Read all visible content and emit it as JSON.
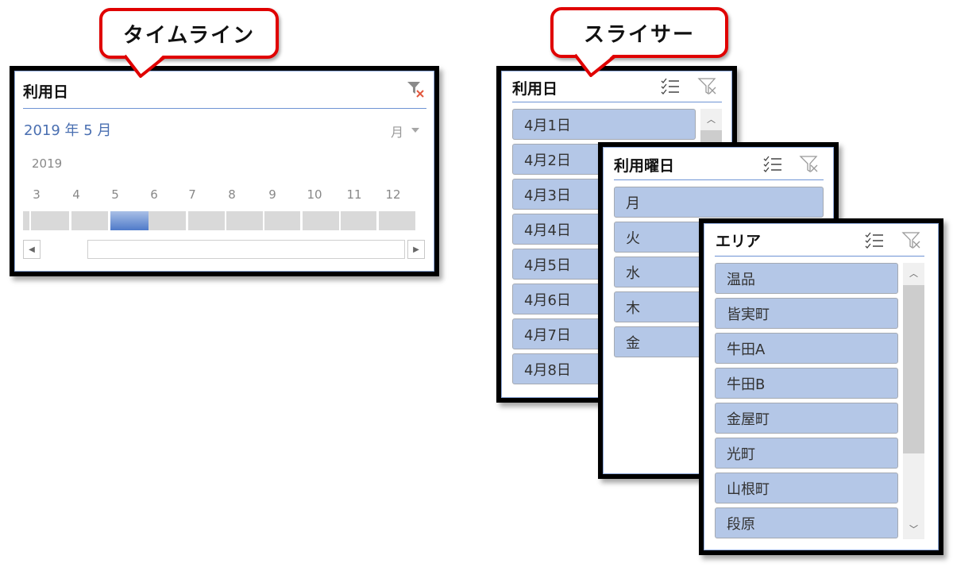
{
  "callouts": {
    "timeline": "タイムライン",
    "slicer": "スライサー"
  },
  "colors": {
    "callout_border": "#e00000",
    "tile_fill": "#b4c7e7",
    "accent_blue": "#4a6fb1",
    "selected_period": "#4f7ac9",
    "clear_filter_x": "#e2583e"
  },
  "timeline": {
    "title": "利用日",
    "selected_range": "2019 年 5 月",
    "time_level": "月",
    "year": "2019",
    "months": [
      "3",
      "4",
      "5",
      "6",
      "7",
      "8",
      "9",
      "10",
      "11",
      "12"
    ],
    "selected_month": "5",
    "icons": {
      "clear_filter": "clear-filter-icon",
      "level_dropdown": "chevron-down-icon",
      "scroll_left": "scroll-left-icon",
      "scroll_right": "scroll-right-icon"
    }
  },
  "slicers": [
    {
      "title": "利用日",
      "items": [
        "4月1日",
        "4月2日",
        "4月3日",
        "4月4日",
        "4月5日",
        "4月6日",
        "4月7日",
        "4月8日"
      ],
      "icons": {
        "multi_select": "multi-select-icon",
        "clear_filter": "clear-filter-icon"
      }
    },
    {
      "title": "利用曜日",
      "items": [
        "月",
        "火",
        "水",
        "木",
        "金"
      ],
      "icons": {
        "multi_select": "multi-select-icon",
        "clear_filter": "clear-filter-icon"
      }
    },
    {
      "title": "エリア",
      "items": [
        "温品",
        "皆実町",
        "牛田A",
        "牛田B",
        "金屋町",
        "光町",
        "山根町",
        "段原"
      ],
      "icons": {
        "multi_select": "multi-select-icon",
        "clear_filter": "clear-filter-icon",
        "scroll_up": "scroll-up-icon",
        "scroll_down": "scroll-down-icon"
      }
    }
  ]
}
